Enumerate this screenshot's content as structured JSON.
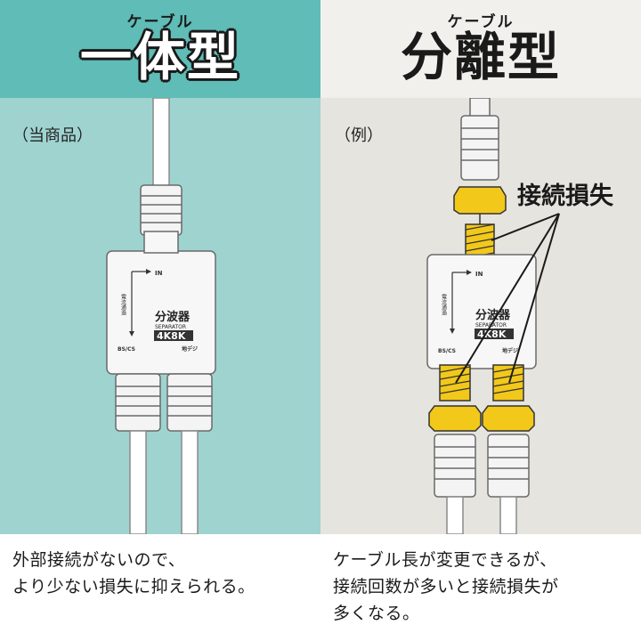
{
  "left": {
    "ruby": "ケーブル",
    "title": "一体型",
    "tag": "（当商品）",
    "device": {
      "in_label": "IN",
      "vertical_label": "電流通過",
      "name": "分波器",
      "sub": "SEPARATOR",
      "badge": "4K8K",
      "port_left": "BS/CS",
      "port_right": "地デジ"
    },
    "footer": [
      "外部接続がないので、",
      "より少ない損失に抑えられる。"
    ]
  },
  "right": {
    "ruby": "ケーブル",
    "title": "分離型",
    "tag": "（例）",
    "loss_label": "接続損失",
    "device": {
      "in_label": "IN",
      "vertical_label": "電流通過",
      "name": "分波器",
      "sub": "SEPARATOR",
      "badge": "4K8K",
      "port_left": "BS/CS",
      "port_right": "地デジ"
    },
    "footer": [
      "ケーブル長が変更できるが、",
      "接続回数が多いと接続損失が",
      "多くなる。"
    ]
  },
  "colors": {
    "left_header": "#5fbcb6",
    "left_body": "#9fd3d0",
    "right_header": "#f1f0ec",
    "right_body": "#e6e4de",
    "connector_yellow": "#f2c81a",
    "footer_bg": "#ffffff"
  }
}
